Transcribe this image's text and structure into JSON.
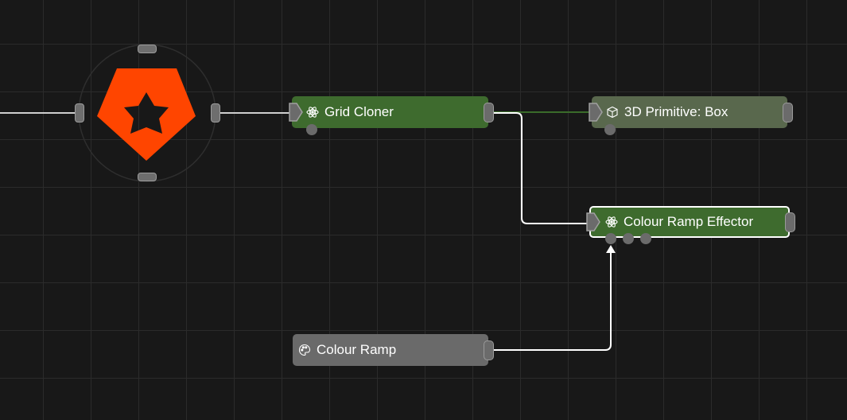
{
  "nodes": {
    "grid_cloner": {
      "label": "Grid Cloner",
      "icon": "atom-icon",
      "color": "#3e6b2e"
    },
    "primitive_box": {
      "label": "3D Primitive: Box",
      "icon": "cube-icon",
      "color": "#59684d"
    },
    "colour_ramp_effector": {
      "label": "Colour Ramp Effector",
      "icon": "atom-icon",
      "color": "#3e6b2e",
      "selected": true
    },
    "colour_ramp": {
      "label": "Colour Ramp",
      "icon": "palette-icon",
      "color": "#6a6a6a"
    }
  },
  "logo": {
    "color": "#ff4500"
  },
  "wire_colors": {
    "default": "#d0d0d0",
    "active": "#ffffff",
    "green": "#3a6b2a"
  }
}
